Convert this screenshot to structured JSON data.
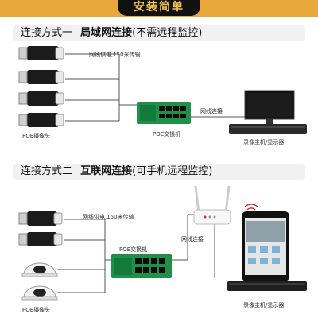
{
  "banner": {
    "title": "安装简单"
  },
  "section1": {
    "mode_label": "连接方式一",
    "title": "局域网连接",
    "subtitle": "(不需远程监控)",
    "cable_note": "网线供电,150米传输",
    "camera_label": "POE摄像头",
    "switch_label": "POE交换机",
    "link_label": "网线连接",
    "recorder_label": "录像主机/显示器"
  },
  "section2": {
    "mode_label": "连接方式二",
    "title": "互联网连接",
    "subtitle": "(可手机远程监控)",
    "cable_note": "网线供电,150米传输",
    "camera_label": "POE摄像头",
    "switch_label": "POE交换机",
    "link_label": "网线连接",
    "recorder_label": "录像主机/显示器"
  },
  "colors": {
    "accent": "#e9a83a",
    "switch_green": "#1f8f4a",
    "camera_black": "#1b1b1b"
  }
}
